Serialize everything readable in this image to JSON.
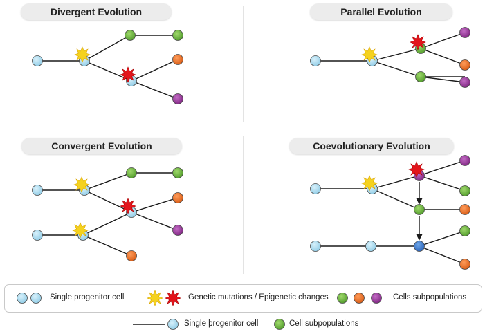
{
  "panels": {
    "divergent": {
      "title": "Divergent Evolution"
    },
    "parallel": {
      "title": "Parallel Evolution"
    },
    "convergent": {
      "title": "Convergent Evolution"
    },
    "coevolutionary": {
      "title": "Coevolutionary Evolution"
    }
  },
  "legend": {
    "progenitor_label": "Single progenitor cell",
    "mutation_label": "Genetic mutations / Epigenetic changes",
    "subpop_label": "Cells subpopulations"
  },
  "footer_legend": {
    "progenitor_label": "Single þrogenitor cell",
    "subpop_label": "Cell subpopulations"
  },
  "colors": {
    "progenitor": "#a9dcef",
    "green": "#6cb33f",
    "orange": "#e8722a",
    "purple": "#9c3a9f",
    "blue": "#3b7fd4",
    "star_yellow": "#f5d21e",
    "star_red": "#e3141b",
    "line": "#1a1a1a"
  },
  "icons": [
    "yellow-star-icon",
    "red-star-icon",
    "arrow-down-icon"
  ]
}
